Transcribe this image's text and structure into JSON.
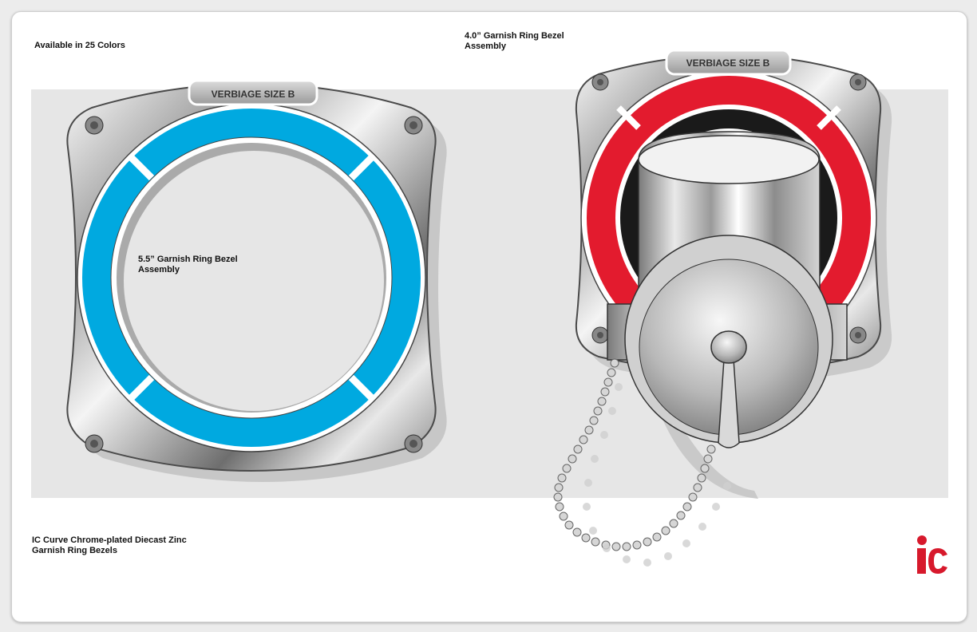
{
  "labels": {
    "available": "Available in 25 Colors",
    "bezel_40_line1": "4.0” Garnish Ring Bezel",
    "bezel_40_line2": "Assembly",
    "bezel_55_line1": "5.5” Garnish Ring Bezel",
    "bezel_55_line2": "Assembly",
    "product_line1": "IC Curve Chrome-plated Diecast Zinc",
    "product_line2": "Garnish Ring Bezels"
  },
  "left_bezel": {
    "plate_text": "VERBIAGE SIZE B",
    "ring_color": "#00a9e0"
  },
  "right_bezel": {
    "plate_text": "VERBIAGE SIZE B",
    "ring_color": "#e31b2e",
    "inner_color": "#1a1a1a"
  },
  "logo": {
    "text": "ic",
    "color": "#d7192c"
  }
}
